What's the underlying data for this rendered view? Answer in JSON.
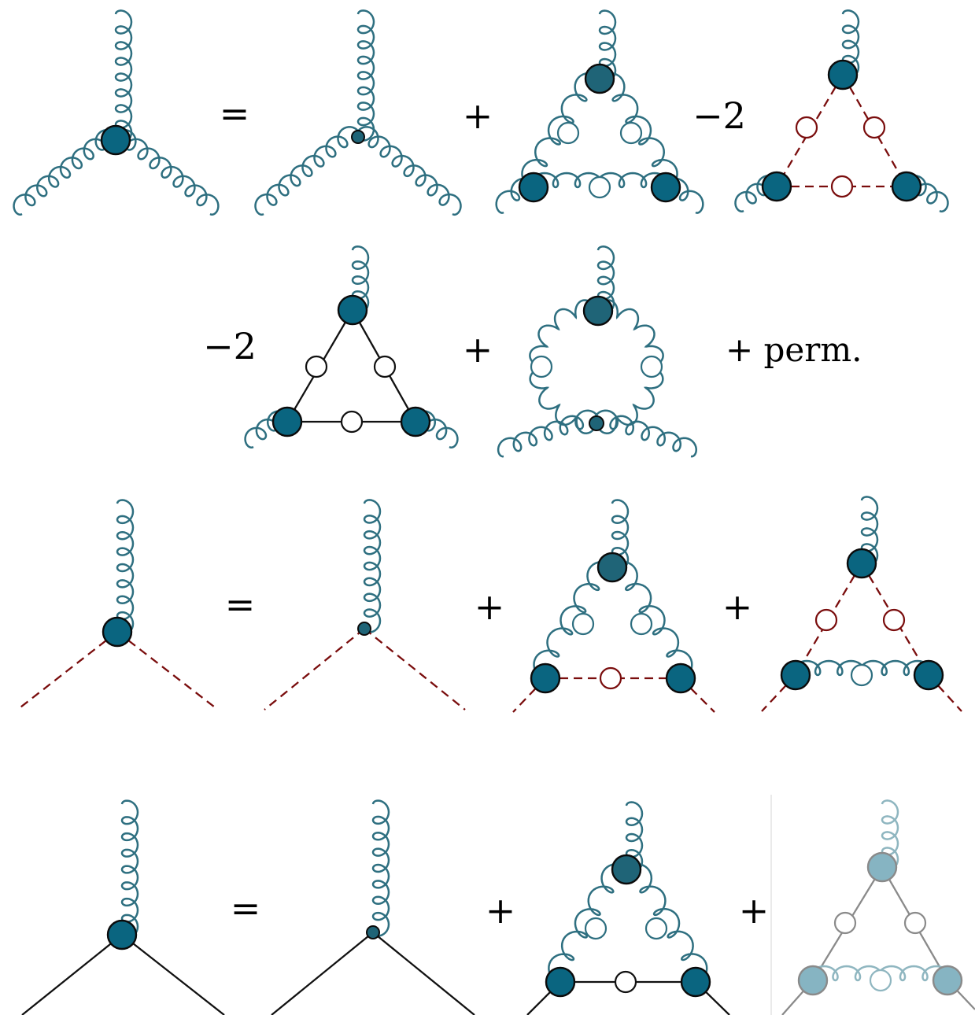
{
  "colors": {
    "gluon": "#2e6f80",
    "ghost": "#7a0d0d",
    "quark": "#111111",
    "vertex_fill": "#0a6580",
    "vertex_fill_dark": "#1f6477",
    "vertex_stroke": "#0b0b0b",
    "propagator_fill": "#ffffff",
    "faded_vertex": "#86b4c2",
    "faded_line": "#8a8a8a",
    "faded_gluon": "#8fb6c0"
  },
  "equations": [
    {
      "name": "three-gluon-vertex-equation",
      "terms": [
        {
          "operator": "",
          "diagram": "full-three-gluon-vertex"
        },
        {
          "operator": "=",
          "diagram": "bare-three-gluon-vertex"
        },
        {
          "operator": "+",
          "diagram": "gluon-triangle-loop"
        },
        {
          "operator": "−2",
          "diagram": "ghost-triangle-loop"
        },
        {
          "operator": "−2",
          "diagram": "quark-triangle-loop"
        },
        {
          "operator": "+",
          "diagram": "gluon-swordfish-loop"
        },
        {
          "operator": "+ perm.",
          "diagram": ""
        }
      ]
    },
    {
      "name": "ghost-gluon-vertex-equation",
      "terms": [
        {
          "operator": "",
          "diagram": "full-ghost-gluon-vertex"
        },
        {
          "operator": "=",
          "diagram": "bare-ghost-gluon-vertex"
        },
        {
          "operator": "+",
          "diagram": "gluon-ghost-triangle"
        },
        {
          "operator": "+",
          "diagram": "ghost-gluon-triangle"
        }
      ]
    },
    {
      "name": "quark-gluon-vertex-equation",
      "terms": [
        {
          "operator": "",
          "diagram": "full-quark-gluon-vertex"
        },
        {
          "operator": "=",
          "diagram": "bare-quark-gluon-vertex"
        },
        {
          "operator": "+",
          "diagram": "gluon-quark-triangle"
        },
        {
          "operator": "+",
          "diagram": "quark-gluon-triangle-faded"
        }
      ]
    }
  ],
  "labels": {
    "eq1_equals": "=",
    "eq1_plus1": "+",
    "eq1_minus2a": "−2",
    "eq1_minus2b": "−2",
    "eq1_plus2": "+",
    "eq1_perm": "+ perm.",
    "eq2_equals": "=",
    "eq2_plus1": "+",
    "eq2_plus2": "+",
    "eq3_equals": "=",
    "eq3_plus1": "+",
    "eq3_plus2": "+"
  }
}
